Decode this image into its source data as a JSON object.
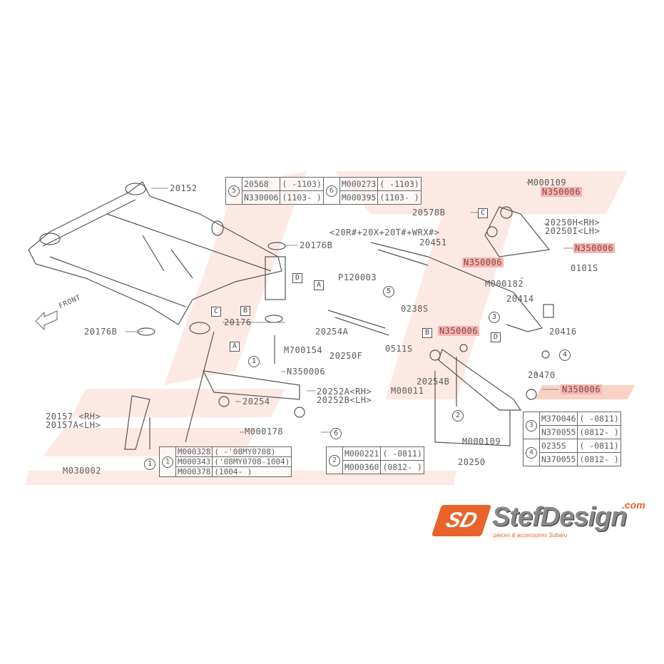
{
  "watermark": {
    "brand": "StefDesign",
    "tagline": "pieces & accessoires Subaru",
    "suffix": ".com"
  },
  "front_label": "FRONT",
  "callouts": {
    "c20152": "20152",
    "c20176B_top": "20176B",
    "c20176": "20176",
    "c20176B_left": "20176B",
    "c20157": "20157  <RH>",
    "c20157A": "20157A<LH>",
    "cM030002": "M030002",
    "c20254": "20254",
    "cM000178": "M000178",
    "c20252A": "20252A<RH>",
    "c20252B": "20252B<LH>",
    "cN350006_center": "N350006",
    "cM700154": "M700154",
    "c20254A": "20254A",
    "c20250F": "20250F",
    "cP120003": "P120003",
    "c0238S": "0238S",
    "c0511S": "0511S",
    "c20451": "20451",
    "c_models": "<20R#+20X+20T#+WRX#>",
    "cM000109_top": "M000109",
    "cN350006_hl1": "N350006",
    "c20578B": "20578B",
    "c20250H": "20250H<RH>",
    "c20250I": "20250I<LH>",
    "cN350006_hl2": "N350006",
    "cN350006_hl3": "N350006",
    "cM000182": "M000182",
    "c0101S": "0101S",
    "c20414": "20414",
    "c20416": "20416",
    "cN350006_hl4": "N350006",
    "c20470": "20470",
    "cN350006_hl5": "N350006",
    "cM00011": "M00011",
    "c20254B": "20254B",
    "cM000109_bot": "M000109",
    "c20250": "20250"
  },
  "ref_boxes": {
    "A": "A",
    "B": "B",
    "C": "C",
    "D": "D"
  },
  "ref_circles": {
    "1": "1",
    "2": "2",
    "3": "3",
    "4": "4",
    "5": "5",
    "6": "6"
  },
  "tables": {
    "t56": {
      "k5": "5",
      "r5": [
        [
          "20568",
          "( -1103)"
        ],
        [
          "N330006",
          "(1103- )"
        ]
      ],
      "k6": "6",
      "r6": [
        [
          "M000273",
          "( -1103)"
        ],
        [
          "M000395",
          "(1103- )"
        ]
      ]
    },
    "t1": {
      "k": "1",
      "rows": [
        [
          "M000328",
          "( -'08MY0708)"
        ],
        [
          "M000343",
          "('08MY0708-1004)"
        ],
        [
          "M000378",
          "(1004-    )"
        ]
      ]
    },
    "t2": {
      "k": "2",
      "rows": [
        [
          "M000221",
          "( -0811)"
        ],
        [
          "M000360",
          "(0812- )"
        ]
      ]
    },
    "t34": {
      "k3": "3",
      "r3": [
        [
          "M370046",
          "( -0811)"
        ],
        [
          "N370055",
          "(0812- )"
        ]
      ],
      "k4": "4",
      "r4": [
        [
          "0235S",
          "( -0811)"
        ],
        [
          "N370055",
          "(0812- )"
        ]
      ]
    }
  },
  "colors": {
    "highlight": "#f7b3b3",
    "brand_orange": "#e8642a",
    "watermark": "#fbe3dc"
  }
}
